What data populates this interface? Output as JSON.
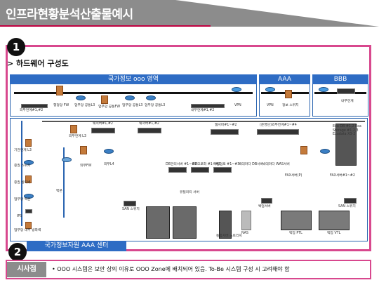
{
  "header": {
    "title": "인프라현황분석산출물예시"
  },
  "section1": {
    "badge": "1",
    "title": "> 하드웨어 구성도",
    "zones": {
      "main": "국가정보 ooo 영역",
      "aaa": "AAA",
      "bbb": "BBB",
      "center": "국가정보자원 AAA 센터"
    },
    "labels": {
      "ext": "외부연계#1,#2",
      "fw1": "행정망 FW",
      "l3a": "업무망 공통L3",
      "fw2": "업무망 공통FW",
      "l3b": "업무망 공통L3",
      "l3c": "업무망 공통L3",
      "ext2": "내부연계#1,#2",
      "vpn1": "VPN",
      "vpn2": "VPN",
      "l3sw": "정보 스위치",
      "ext3": "내부연계",
      "dbsrv": "Exa DB #1,2 Exa Storage #1,2,3 Exadata X3-2",
      "left1": "기관연계 L3",
      "left2": "증권 스위치",
      "left3": "증권 방화벽",
      "left4": "업무망 백본",
      "left5": "IPS",
      "left6": "업무망 내부 방화벽",
      "core1": "외부연계 L3",
      "fwl": "외부FW",
      "l4": "외부L4",
      "web1": "웨서버#1,#2",
      "web2": "웨서버#1,#2",
      "web3": "웹서버#1~#2",
      "was1": "WAS서버#1",
      "was2": "WAS서버",
      "db1": "DB관리서버 #1~#2",
      "db2": "DB모로화 #1~#3",
      "db3": "파일업로 #1~#3",
      "pc1": "백대마다 DB서버",
      "pc2": "박대마다 WAS서버",
      "pc3": "(운영단)외부연계#1~#4",
      "fax": "FAX서버(P)",
      "fax2": "FAX서버#1~#2",
      "bak": "백업서버",
      "backbone": "백본",
      "san1": "SAN 스위치",
      "san2": "SAN 스위치",
      "nas": "NAS",
      "tape1": "백업 PTL",
      "tape2": "백업 VTL",
      "stor": "통합서버 스토리지",
      "util": "유틸리티 서버"
    }
  },
  "section2": {
    "badge": "2",
    "label": "시사점",
    "note": "• OOO 시스템은 보안 상의 이유로 OOO Zone에 배치되어 있음. To-Be 시스템 구성 시 고려해야 함"
  },
  "colors": {
    "accent": "#d8488e",
    "zone_blue": "#2e6cc4",
    "title_gray": "#8c8c8c"
  }
}
